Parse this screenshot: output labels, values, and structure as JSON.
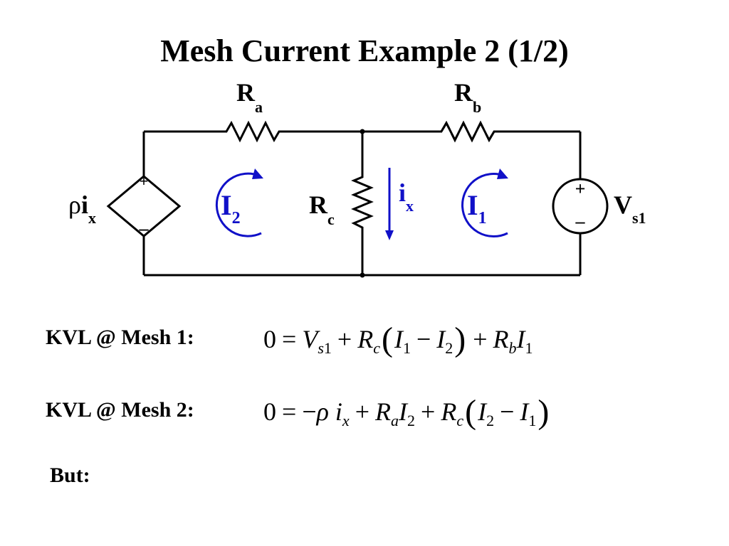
{
  "title": "Mesh Current Example 2 (1/2)",
  "circuit": {
    "resistor_a": {
      "label": "R",
      "sub": "a"
    },
    "resistor_b": {
      "label": "R",
      "sub": "b"
    },
    "resistor_c": {
      "label": "R",
      "sub": "c"
    },
    "dependent_source": {
      "label_rho": "ρ",
      "label": "i",
      "sub": "x",
      "plus": "+",
      "minus": "–"
    },
    "voltage_source": {
      "label": "V",
      "sub": "s1",
      "plus": "+",
      "minus": "–"
    },
    "current_ix": {
      "label": "i",
      "sub": "x"
    },
    "mesh_left": {
      "label": "I",
      "sub": "2"
    },
    "mesh_right": {
      "label": "I",
      "sub": "1"
    },
    "colors": {
      "wire": "#000000",
      "mesh": "#1010c8"
    }
  },
  "equations": {
    "mesh1_label": "KVL @ Mesh 1:",
    "mesh2_label": "KVL @ Mesh 2:",
    "but_label": "But:"
  }
}
